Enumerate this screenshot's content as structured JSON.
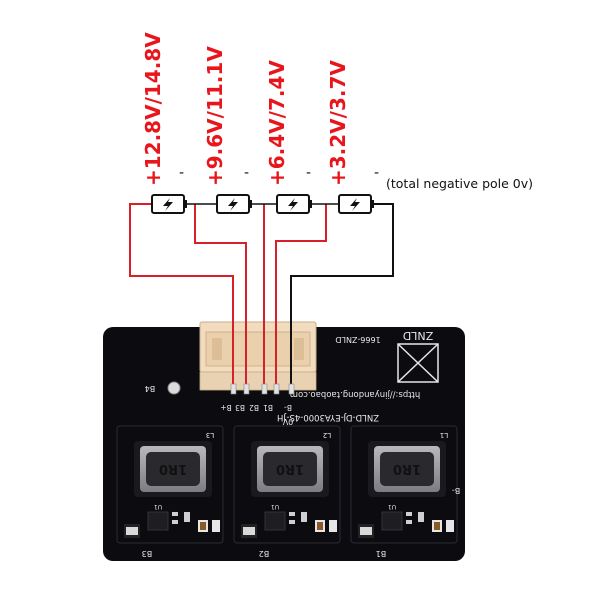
{
  "voltage_labels": [
    "+12.8V/14.8V",
    "+9.6V/11.1V",
    "+6.4V/7.4V",
    "+3.2V/3.7V"
  ],
  "minus_sign": "-",
  "note": "(total negative pole 0v)",
  "board": {
    "brand": "ZNLD",
    "code": "1666-ZNLD",
    "url": "https://jinyandong.taobao.com",
    "model": "ZNLD-DJ-EYA3000-4S-JH",
    "header_pins": [
      "B+",
      "B3",
      "B2",
      "B1",
      "B-"
    ],
    "header_ground": "0V",
    "b4_label": "B4",
    "inductor_marking": "1R0",
    "inductor_refs": [
      "L3",
      "L2",
      "L1"
    ],
    "channel_labels": [
      "B3",
      "B2",
      "B1"
    ],
    "right_b_minus": "B-",
    "chip_ref": "U1"
  },
  "colors": {
    "wire_red": "#d8202a",
    "wire_black": "#111111",
    "board": "#0c0c10",
    "connector": "#f2dcc0",
    "label_red": "#e8161c"
  },
  "icons": [
    "battery-cell-icon",
    "lightning-bolt-icon",
    "warning-box-icon"
  ]
}
